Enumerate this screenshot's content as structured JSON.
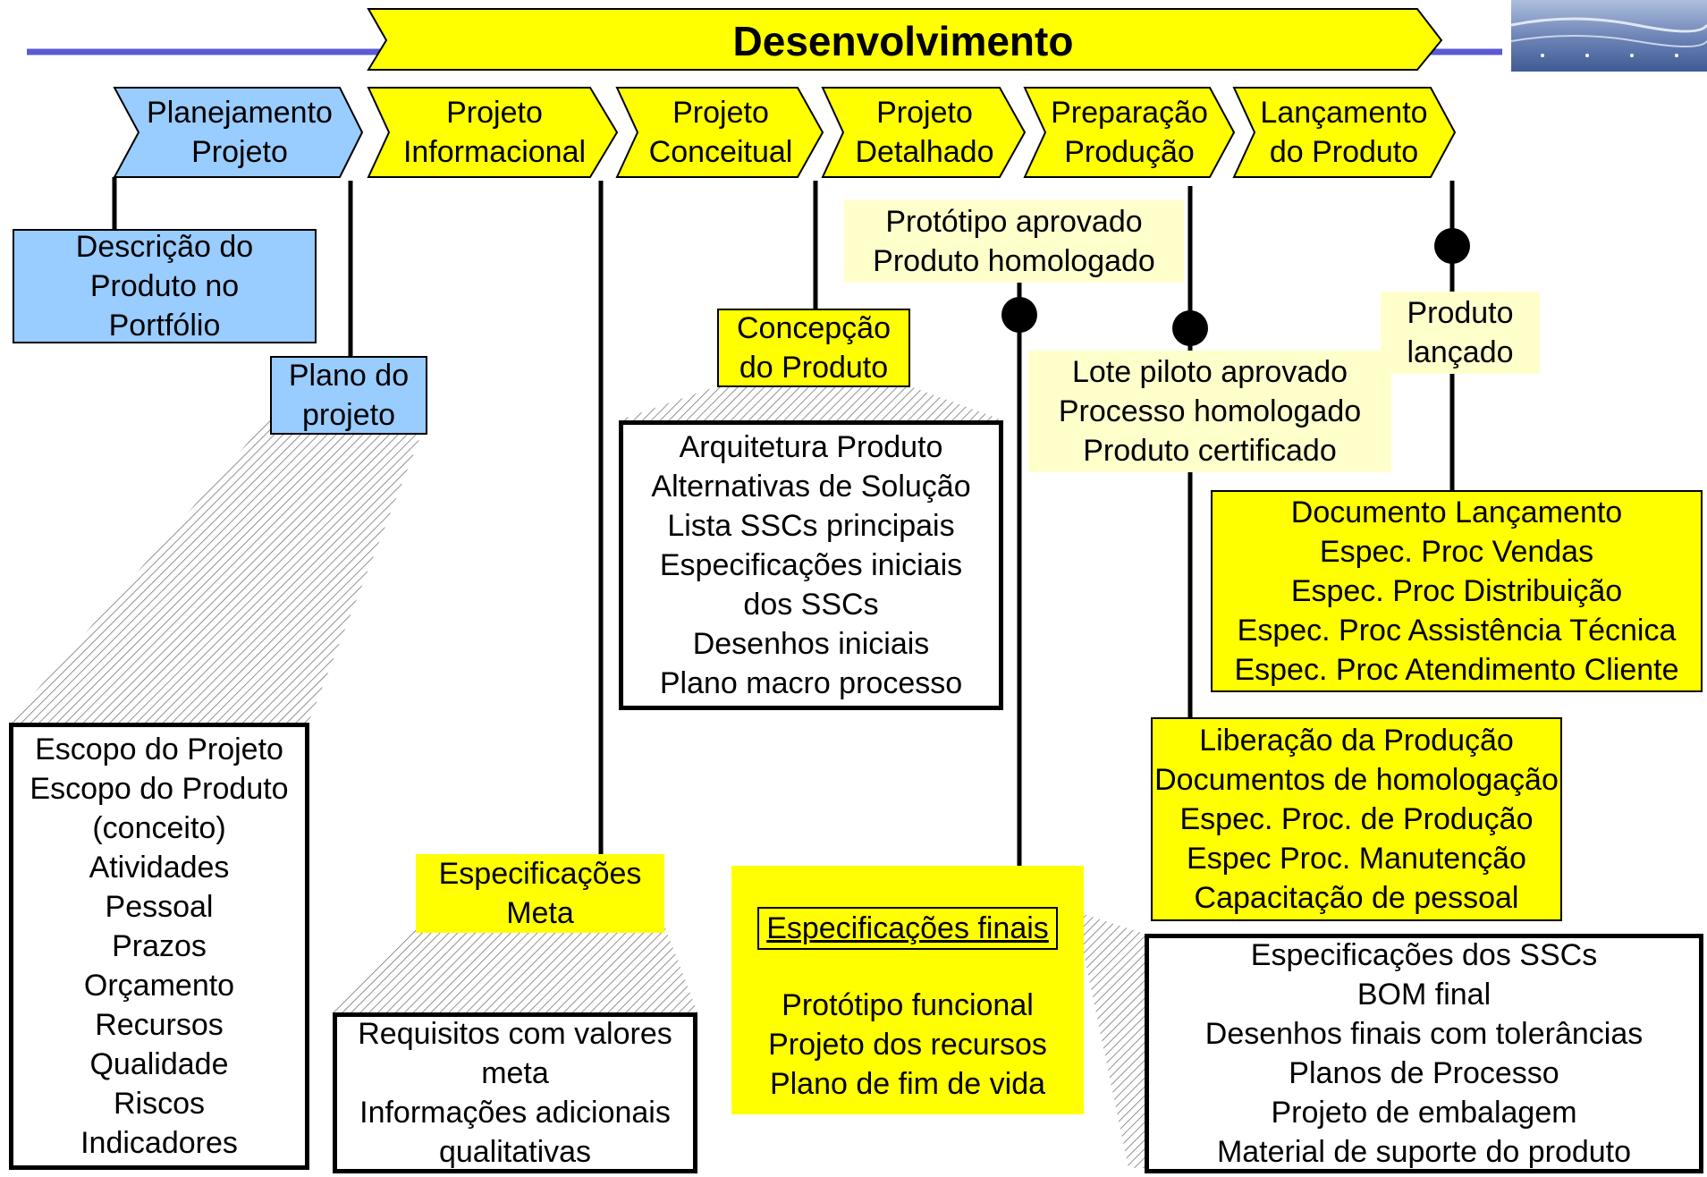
{
  "banner": {
    "title": "Desenvolvimento"
  },
  "stages": [
    {
      "lines": [
        "Planejamento",
        "Projeto"
      ]
    },
    {
      "lines": [
        "Projeto",
        "Informacional"
      ]
    },
    {
      "lines": [
        "Projeto",
        "Conceitual"
      ]
    },
    {
      "lines": [
        "Projeto",
        "Detalhado"
      ]
    },
    {
      "lines": [
        "Preparação",
        "Produção"
      ]
    },
    {
      "lines": [
        "Lançamento",
        "do Produto"
      ]
    }
  ],
  "colors": {
    "stage_blue": "#99ccff",
    "stage_yellow": "#ffff00",
    "milestone_bg": "#ffffcc",
    "banner_line": "#5b5bd6"
  },
  "boxes": {
    "descricao": {
      "lines": [
        "Descrição do",
        "Produto no",
        "Portfólio"
      ]
    },
    "plano": {
      "lines": [
        "Plano do",
        "projeto"
      ]
    },
    "escopo": {
      "lines": [
        "Escopo do Projeto",
        "Escopo do Produto",
        "(conceito)",
        "Atividades",
        "Pessoal",
        "Prazos",
        "Orçamento",
        "Recursos",
        "Qualidade",
        "Riscos",
        "Indicadores"
      ]
    },
    "especificacoes_meta": {
      "lines": [
        "Especificações",
        "Meta"
      ]
    },
    "requisitos": {
      "lines": [
        "Requisitos com valores",
        "meta",
        "Informações adicionais",
        "qualitativas"
      ]
    },
    "concepcao": {
      "lines": [
        "Concepção",
        "do Produto"
      ]
    },
    "arquitetura": {
      "lines": [
        "Arquitetura Produto",
        "Alternativas de Solução",
        "Lista SSCs principais",
        "Especificações iniciais",
        "dos SSCs",
        "Desenhos iniciais",
        "Plano macro  processo"
      ]
    },
    "prototipo_aprovado": {
      "lines": [
        "Protótipo aprovado",
        "Produto homologado"
      ]
    },
    "especificacoes_finais": {
      "title": "Especificações finais",
      "lines": [
        "Protótipo funcional",
        "Projeto dos recursos",
        "Plano de fim de vida"
      ]
    },
    "especificacoes_sscs": {
      "lines": [
        "Especificações dos SSCs",
        "BOM final",
        "Desenhos finais com tolerâncias",
        "Planos de Processo",
        "Projeto de embalagem",
        "Material de suporte do produto"
      ]
    },
    "lote_piloto": {
      "lines": [
        "Lote piloto aprovado",
        "Processo homologado",
        "Produto certificado"
      ]
    },
    "liberacao": {
      "lines": [
        "Liberação da Produção",
        "Documentos de homologação",
        "Espec. Proc. de Produção",
        "Espec Proc. Manutenção",
        "Capacitação de pessoal"
      ]
    },
    "produto_lancado": {
      "lines": [
        "Produto",
        "lançado"
      ]
    },
    "documento_lancamento": {
      "lines": [
        "Documento Lançamento",
        "Espec. Proc Vendas",
        "Espec. Proc Distribuição",
        "Espec. Proc Assistência Técnica",
        "Espec. Proc Atendimento Cliente"
      ]
    }
  }
}
